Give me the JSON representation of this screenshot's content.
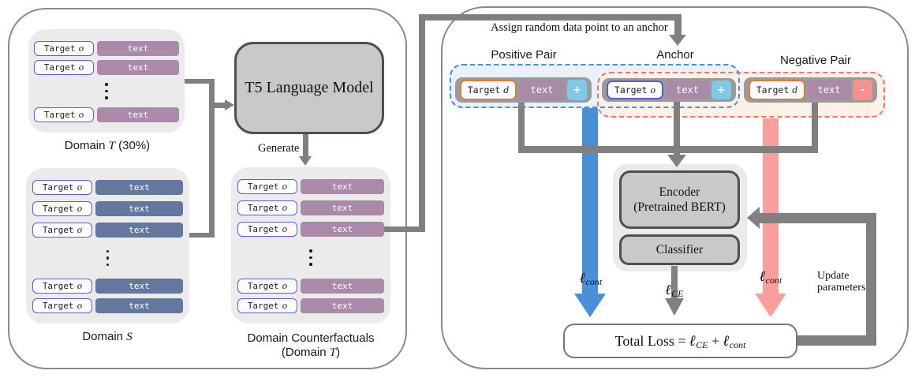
{
  "colors": {
    "purple-chip": "#a98aa9",
    "blue-chip": "#64789f",
    "target-border-blue": "#5c5cdb",
    "target-border-orange": "#e07b3a",
    "plus-chip": "#7fc9e8",
    "minus-chip": "#f9908f",
    "arrow-blue": "#4a90d9",
    "arrow-pink": "#fa9d9d",
    "line-gray": "#808080",
    "model-fill": "#c9c9c9",
    "model-border": "#4f4f4f",
    "group-fill": "#ebebeb",
    "dash-blue": "#4a90d9",
    "dash-blue-fill": "#eaf1fb",
    "dash-red": "#f2736b",
    "dash-red-fill": "#fcf1e7",
    "panel-border": "#8a8a8a"
  },
  "chips": {
    "target": "Target",
    "var_o": "o",
    "var_d": "d",
    "text": "text",
    "plus": "+",
    "minus": "-"
  },
  "left_panel": {
    "domain_t_label": {
      "pre": "Domain ",
      "it": "T",
      "post": " (30%)"
    },
    "domain_s_label": {
      "pre": "Domain ",
      "it": "S",
      "post": ""
    },
    "t5_model": "T5 Language Model",
    "generate": "Generate",
    "cf_label": {
      "line1": "Domain Counterfactuals",
      "pre": "(Domain ",
      "it": "T",
      "post": ")"
    }
  },
  "right_panel": {
    "assign": "Assign random data point to an anchor",
    "positive_title": "Positive Pair",
    "anchor_title": "Anchor",
    "negative_title": "Negative Pair",
    "encoder": {
      "line1": "Encoder",
      "line2": "(Pretrained BERT)"
    },
    "classifier": "Classifier",
    "ell": "ℓ",
    "sub_cont": "cont",
    "sub_ce": "CE",
    "update": {
      "line1": "Update",
      "line2": "parameters"
    },
    "total_loss": {
      "pre": "Total Loss = ",
      "plus": " + "
    }
  }
}
